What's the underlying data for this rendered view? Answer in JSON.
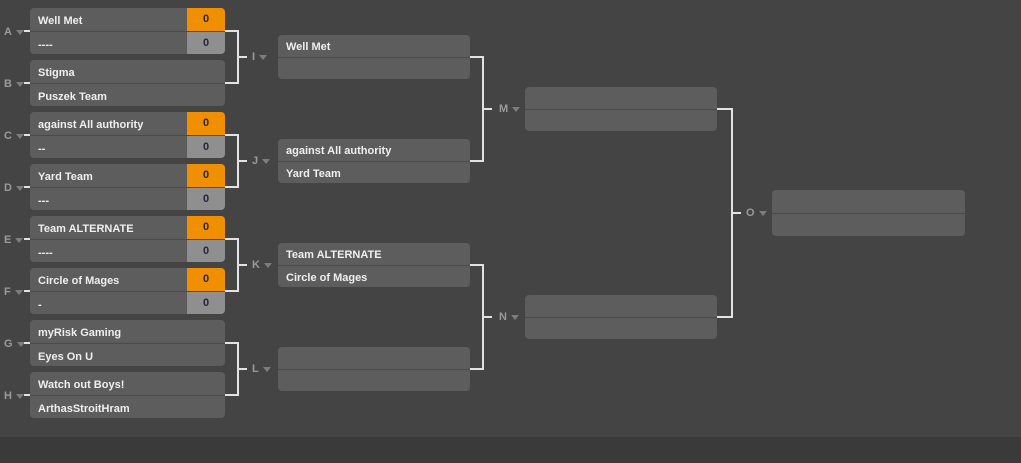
{
  "colors": {
    "page_bg": "#444444",
    "footer_bg": "#3a3a3a",
    "match_box_bg": "#5d5d5d",
    "row_divider": "#4a4a4a",
    "winner_score_bg": "#f08f00",
    "default_score_bg": "#8f8f8f",
    "score_text": "#26263e",
    "team_text": "#efefef",
    "label_text": "#9a9a9a",
    "connector": "#e2e2e2"
  },
  "rounds": {
    "r1": [
      {
        "label": "A",
        "slots": [
          {
            "team": "Well Met",
            "score": "0"
          },
          {
            "team": "----",
            "score": "0"
          }
        ]
      },
      {
        "label": "B",
        "slots": [
          {
            "team": "Stigma"
          },
          {
            "team": "Puszek Team"
          }
        ]
      },
      {
        "label": "C",
        "slots": [
          {
            "team": "against All authority",
            "score": "0"
          },
          {
            "team": "--",
            "score": "0"
          }
        ]
      },
      {
        "label": "D",
        "slots": [
          {
            "team": "Yard Team",
            "score": "0"
          },
          {
            "team": "---",
            "score": "0"
          }
        ]
      },
      {
        "label": "E",
        "slots": [
          {
            "team": "Team ALTERNATE",
            "score": "0"
          },
          {
            "team": "----",
            "score": "0"
          }
        ]
      },
      {
        "label": "F",
        "slots": [
          {
            "team": "Circle of Mages",
            "score": "0"
          },
          {
            "team": "-",
            "score": "0"
          }
        ]
      },
      {
        "label": "G",
        "slots": [
          {
            "team": "myRisk Gaming"
          },
          {
            "team": "Eyes On U"
          }
        ]
      },
      {
        "label": "H",
        "slots": [
          {
            "team": "Watch out Boys!"
          },
          {
            "team": "ArthasStroitHram"
          }
        ]
      }
    ],
    "r2": [
      {
        "label": "I",
        "slots": [
          {
            "team": "Well Met"
          },
          {
            "team": ""
          }
        ]
      },
      {
        "label": "J",
        "slots": [
          {
            "team": "against All authority"
          },
          {
            "team": "Yard Team"
          }
        ]
      },
      {
        "label": "K",
        "slots": [
          {
            "team": "Team ALTERNATE"
          },
          {
            "team": "Circle of Mages"
          }
        ]
      },
      {
        "label": "L",
        "slots": [
          {
            "team": ""
          },
          {
            "team": ""
          }
        ]
      }
    ],
    "r3": [
      {
        "label": "M",
        "slots": [
          {
            "team": ""
          },
          {
            "team": ""
          }
        ]
      },
      {
        "label": "N",
        "slots": [
          {
            "team": ""
          },
          {
            "team": ""
          }
        ]
      }
    ],
    "r4": [
      {
        "label": "O",
        "slots": [
          {
            "team": ""
          },
          {
            "team": ""
          }
        ]
      }
    ]
  }
}
